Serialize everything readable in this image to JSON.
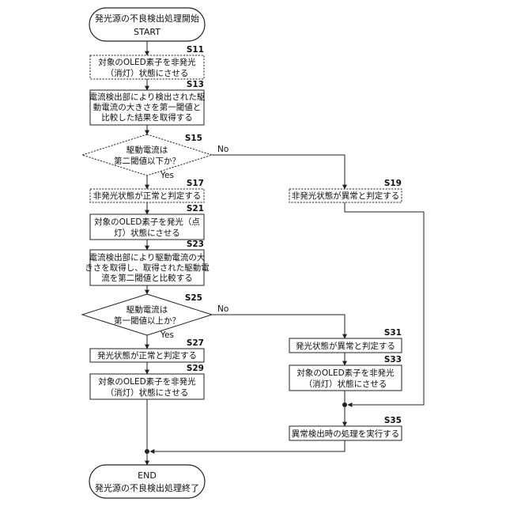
{
  "start": {
    "line1": "発光源の不良検出処理開始",
    "line2": "START"
  },
  "end": {
    "line1": "END",
    "line2": "発光源の不良検出処理終了"
  },
  "steps": {
    "s11": {
      "id": "S11",
      "lines": [
        "対象のOLED素子を非発光",
        "（消灯）状態にさせる"
      ]
    },
    "s13": {
      "id": "S13",
      "lines": [
        "電流検出部により検出された駆",
        "動電流の大きさを第一閾値と",
        "比較した結果を取得する"
      ]
    },
    "s15": {
      "id": "S15",
      "lines": [
        "駆動電流は",
        "第二閾値以下か？"
      ]
    },
    "s17": {
      "id": "S17",
      "lines": [
        "非発光状態が正常と判定する"
      ]
    },
    "s19": {
      "id": "S19",
      "lines": [
        "非発光状態が異常と判定する"
      ]
    },
    "s21": {
      "id": "S21",
      "lines": [
        "対象のOLED素子を発光（点",
        "灯）状態にさせる"
      ]
    },
    "s23": {
      "id": "S23",
      "lines": [
        "電流検出部により駆動電流の大",
        "きさを取得し、取得された駆動電",
        "流を第二閾値と比較する"
      ]
    },
    "s25": {
      "id": "S25",
      "lines": [
        "駆動電流は",
        "第一閾値以上か？"
      ]
    },
    "s27": {
      "id": "S27",
      "lines": [
        "発光状態が正常と判定する"
      ]
    },
    "s29": {
      "id": "S29",
      "lines": [
        "対象のOLED素子を非発光",
        "（消灯）状態にさせる"
      ]
    },
    "s31": {
      "id": "S31",
      "lines": [
        "発光状態が異常と判定する"
      ]
    },
    "s33": {
      "id": "S33",
      "lines": [
        "対象のOLED素子を非発光",
        "（消灯）状態にさせる"
      ]
    },
    "s35": {
      "id": "S35",
      "lines": [
        "異常検出時の処理を実行する"
      ]
    }
  },
  "branches": {
    "yes": "Yes",
    "no": "No"
  }
}
